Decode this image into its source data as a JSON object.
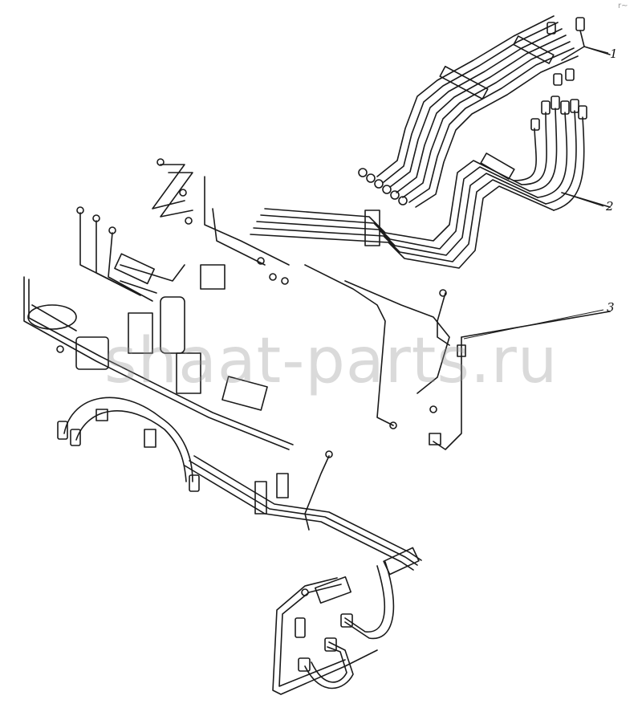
{
  "diagram": {
    "callouts": [
      {
        "id": "1",
        "label": "1"
      },
      {
        "id": "2",
        "label": "2"
      },
      {
        "id": "3",
        "label": "3"
      }
    ],
    "watermark": "shaat-parts.ru",
    "corner_mark": "r~"
  }
}
